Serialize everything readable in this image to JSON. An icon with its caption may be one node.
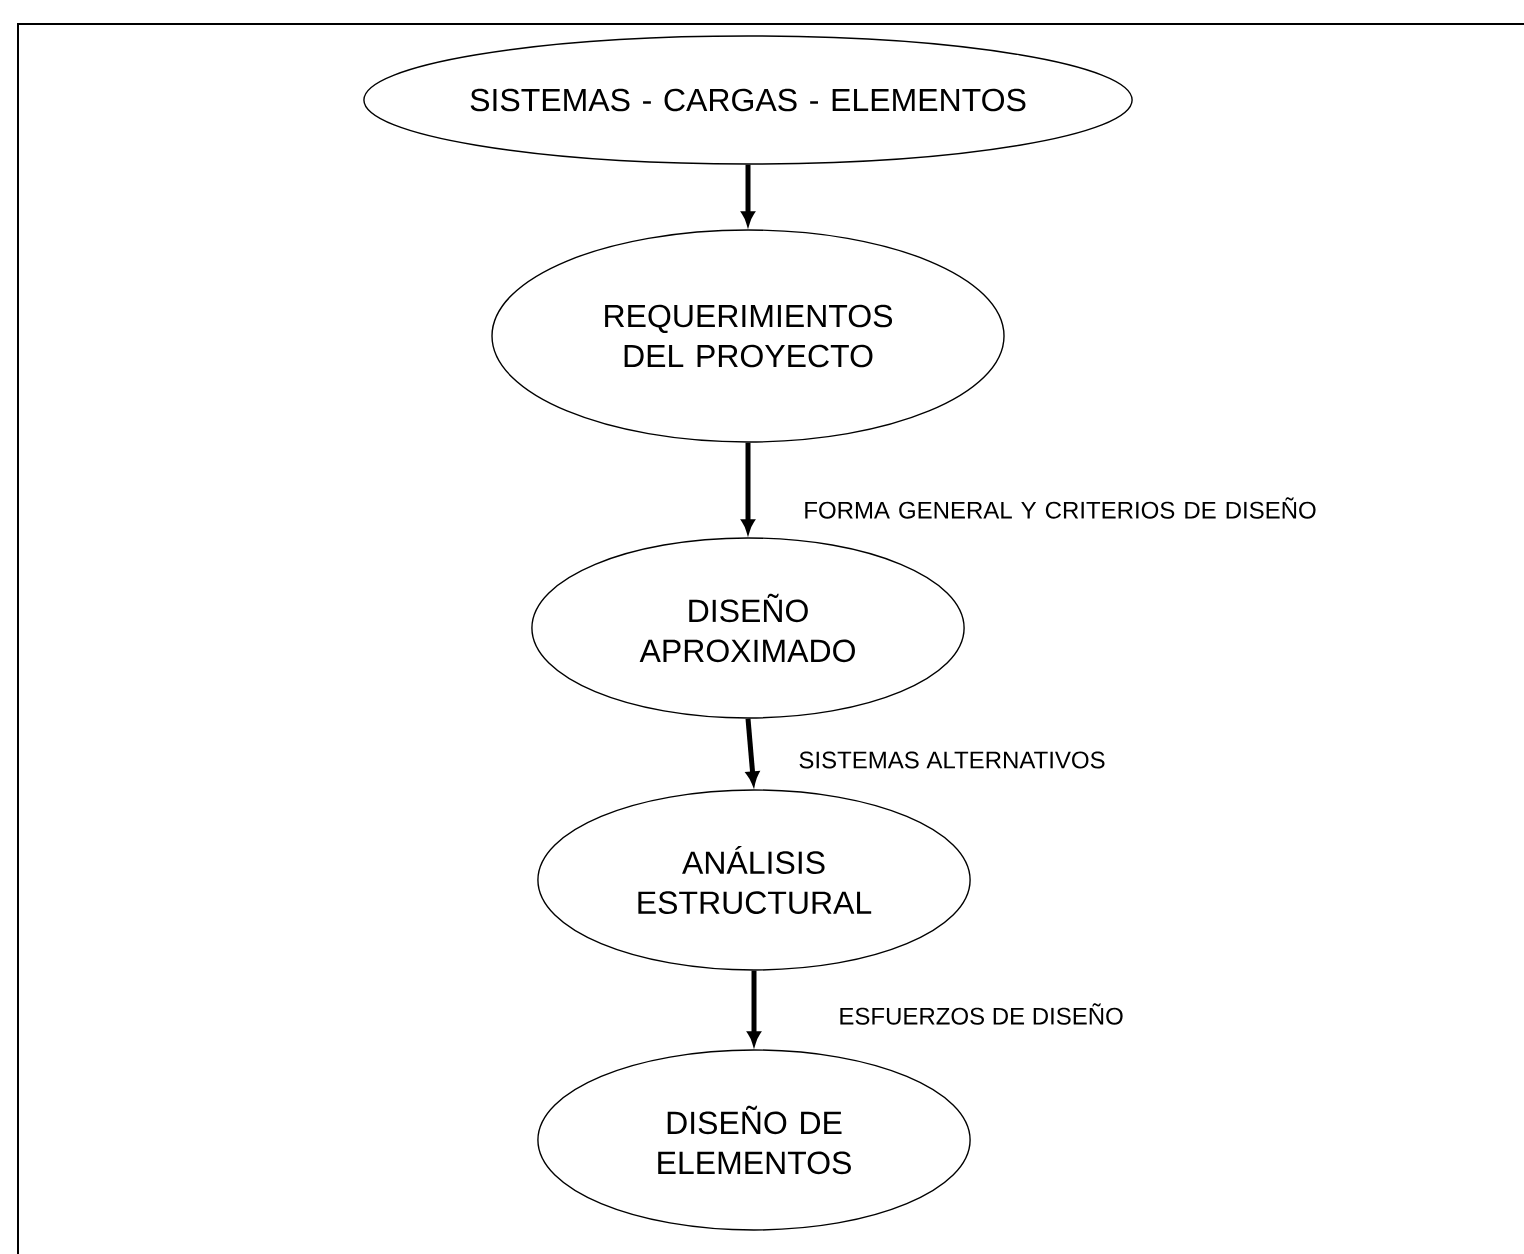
{
  "diagram": {
    "nodes": [
      {
        "text": [
          "SISTEMAS - CARGAS - ELEMENTOS"
        ]
      },
      {
        "text": [
          "REQUERIMIENTOS DEL PROYECTO"
        ]
      },
      {
        "text": [
          "DISEÑO APROXIMADO"
        ]
      },
      {
        "text": [
          "ANÁLISIS ESTRUCTURAL"
        ]
      },
      {
        "text": [
          "DISEÑO DE ELEMENTOS"
        ]
      }
    ],
    "edges": [
      {
        "from": 0,
        "to": 1,
        "arrow": "to"
      },
      {
        "from": 1,
        "to": 2,
        "arrow": "to",
        "label": "FORMA GENERAL Y CRITERIOS DE DISEÑO"
      },
      {
        "from": 2,
        "to": 3,
        "arrow": "to",
        "label": "SISTEMAS ALTERNATIVOS"
      },
      {
        "from": 3,
        "to": 4,
        "arrow": "to",
        "label": "ESFUERZOS DE DISEÑO"
      }
    ]
  }
}
